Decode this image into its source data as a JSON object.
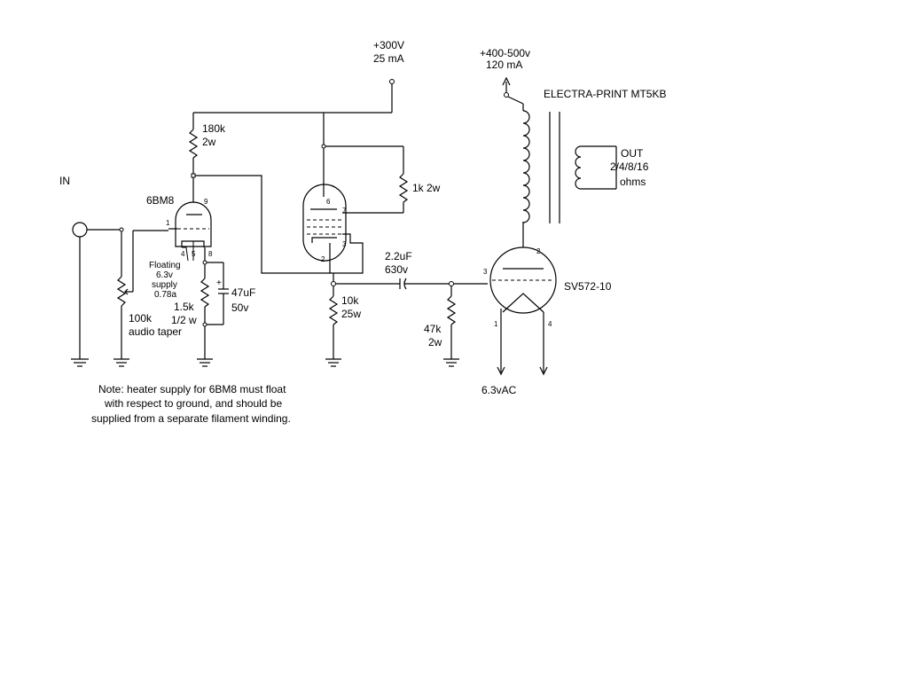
{
  "supplies": {
    "driver_voltage": "+300V",
    "driver_current": "25 mA",
    "output_voltage": "+400-500v",
    "output_current": "120 mA",
    "heater": "6.3vAC"
  },
  "input_label": "IN",
  "tubes": {
    "driver": "6BM8",
    "output": "SV572-10"
  },
  "transformer": {
    "name": "ELECTRA-PRINT MT5KB",
    "out_label": "OUT",
    "impedances": "2/4/8/16",
    "unit": "ohms"
  },
  "components": {
    "r_plate_value": "180k",
    "r_plate_power": "2w",
    "r_screen": "1k 2w",
    "pot_value": "100k",
    "pot_taper": "audio taper",
    "r_cathode_value": "1.5k",
    "r_cathode_power": "1/2 w",
    "cap_cathode_value": "47uF",
    "cap_cathode_voltage": "50v",
    "cap_coupling_value": "2.2uF",
    "cap_coupling_voltage": "630v",
    "r_follower_value": "10k",
    "r_follower_power": "25w",
    "r_grid_value": "47k",
    "r_grid_power": "2w"
  },
  "floating_supply": {
    "line1": "Floating",
    "line2": "6.3v",
    "line3": "supply",
    "line4": "0.78a"
  },
  "pins": {
    "triode_grid": "1",
    "triode_plate": "9",
    "triode_k1": "4",
    "triode_k2": "5",
    "triode_k3": "8",
    "pent_6": "6",
    "pent_7": "7",
    "pent_3": "3",
    "pent_2": "2",
    "out_grid": "3",
    "out_plate": "2",
    "out_f1": "1",
    "out_f2": "4"
  },
  "note": {
    "line1": "Note: heater supply for 6BM8 must float",
    "line2": "with respect to ground, and should be",
    "line3": "supplied from a separate filament winding."
  }
}
